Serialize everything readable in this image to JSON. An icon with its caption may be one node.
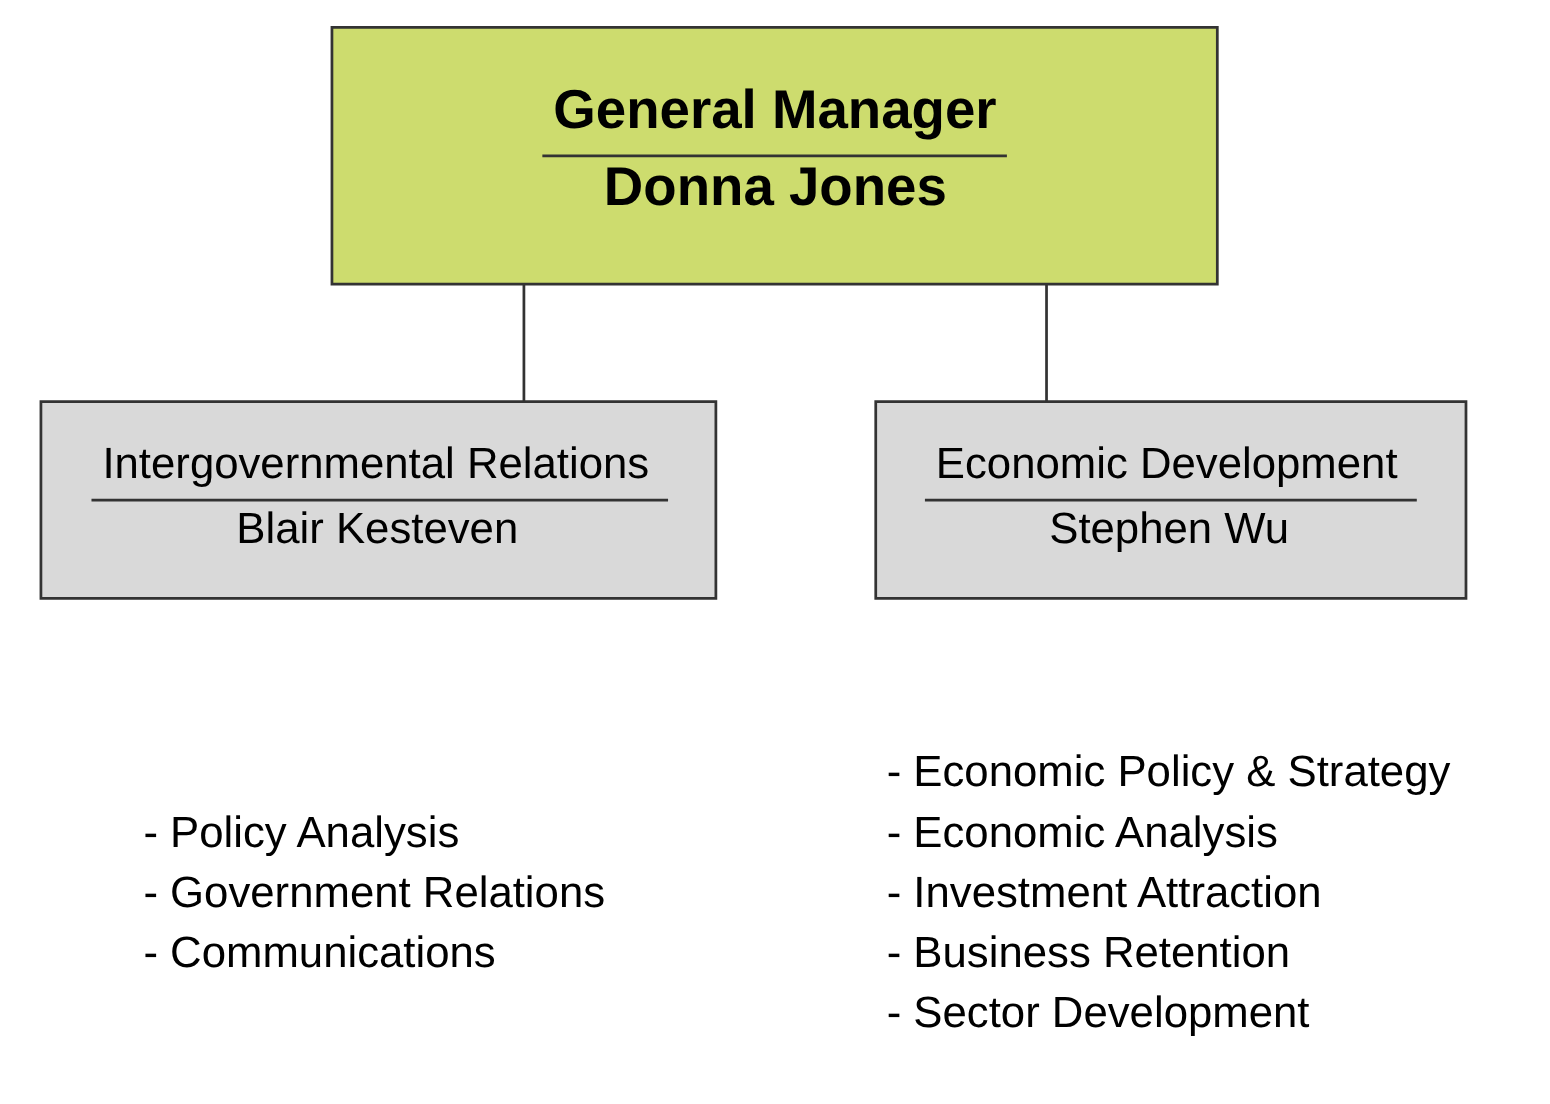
{
  "diagram": {
    "nodes": [
      {
        "text": [
          "General Manager",
          "Donna Jones"
        ]
      },
      {
        "text": [
          "Intergovernmental Relations",
          "Blair Kesteven"
        ],
        "beside": [
          "- Policy Analysis",
          "- Government Relations",
          "- Communications"
        ]
      },
      {
        "text": [
          "Economic Development",
          "Stephen Wu"
        ],
        "beside": [
          "- Economic Policy & Strategy",
          "- Economic Analysis",
          "- Investment Attraction",
          "- Business Retention",
          "- Sector Development"
        ]
      }
    ],
    "edges": [
      {
        "from": 0,
        "to": 1,
        "arrow": "none"
      },
      {
        "from": 0,
        "to": 2,
        "arrow": "none"
      }
    ]
  }
}
